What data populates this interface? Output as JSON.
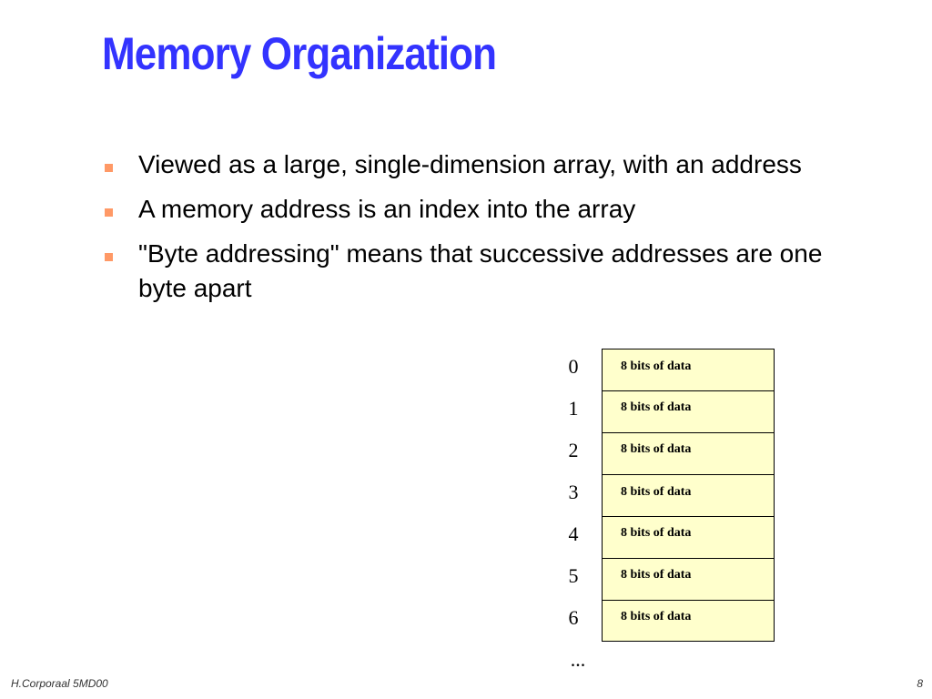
{
  "slide": {
    "title": "Memory Organization",
    "bullets": [
      "Viewed as a large, single-dimension array, with an address",
      "A memory address is an index into the array",
      "\"Byte addressing\" means that successive addresses are one byte apart"
    ]
  },
  "diagram": {
    "addresses": [
      "0",
      "1",
      "2",
      "3",
      "4",
      "5",
      "6"
    ],
    "continuation": "...",
    "cells": [
      "8 bits of data",
      "8 bits of data",
      "8 bits of data",
      "8 bits of data",
      "8 bits of data",
      "8 bits of data",
      "8 bits of data"
    ]
  },
  "footer": {
    "author": "H.Corporaal  5MD00",
    "page": "8"
  },
  "colors": {
    "title": "#3333ff",
    "bullet_marker": "#ff9966",
    "cell_fill": "#ffffcc"
  }
}
